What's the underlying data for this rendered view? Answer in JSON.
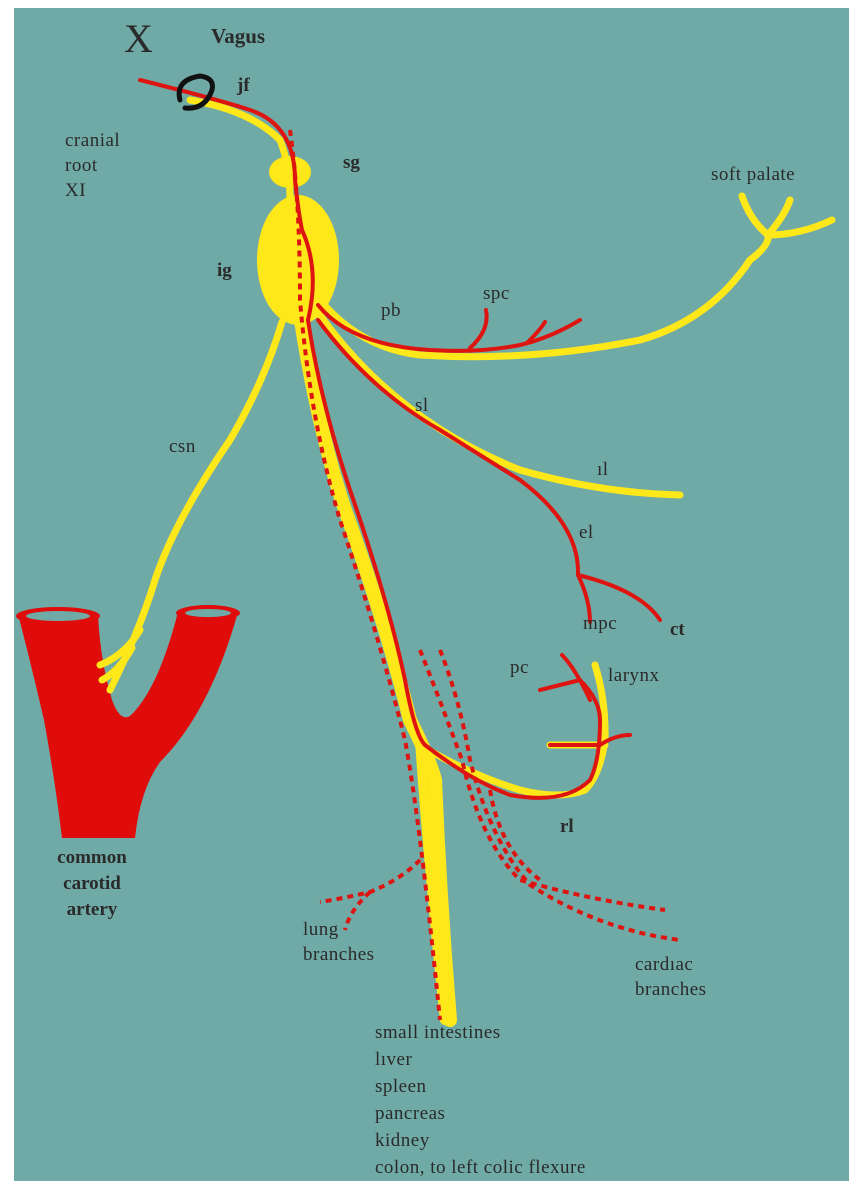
{
  "figure": {
    "roman": "X",
    "title": "Vagus",
    "colors": {
      "background": "#70aaa6",
      "sensory": "#ffe81a",
      "motor": "#dd1410",
      "artery": "#e00b0b",
      "jugular_loop": "#111111"
    }
  },
  "labels": {
    "jf": "jf",
    "cranial_root": [
      "cranial",
      "root",
      "XI"
    ],
    "sg": "sg",
    "ig": "ig",
    "soft_palate": "soft palate",
    "spc": "spc",
    "pb": "pb",
    "sl": "sl",
    "csn": "csn",
    "il": "ıl",
    "el": "el",
    "mpc": "mpc",
    "ct": "ct",
    "pc": "pc",
    "larynx": "larynx",
    "rl": "rl",
    "common_carotid": [
      "common",
      "carotid",
      "artery"
    ],
    "lung_branches": [
      "lung",
      "branches"
    ],
    "cardiac_branches": [
      "cardıac",
      "branches"
    ],
    "abdominal_targets": [
      "small intestines",
      "lıver",
      "spleen",
      "pancreas",
      "kidney",
      "colon, to left colic flexure"
    ]
  }
}
